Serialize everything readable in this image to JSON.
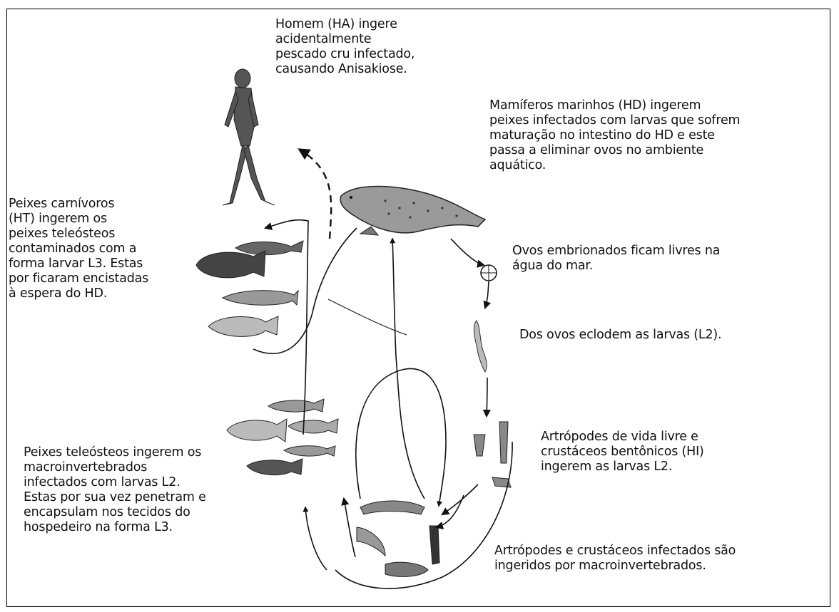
{
  "labels": {
    "human": [
      "Homem (HA) ingere",
      "acidentalmente",
      "pescado cru infectado,",
      "causando Anisakiose."
    ],
    "marine_mammals": [
      "Mamíferos marinhos (HD) ingerem",
      "peixes infectados com larvas que sofrem",
      "maturação no intestino do HD e este",
      "passa a eliminar ovos no ambiente",
      "aquático."
    ],
    "carnivorous_fish": [
      "Peixes carnívoros",
      "(HT) ingerem os",
      "peixes teleósteos",
      "contaminados com a",
      "forma larvar L3. Estas",
      "por ficaram encistadas",
      "à espera do HD."
    ],
    "eggs": [
      "Ovos embrionados ficam livres na",
      "água do mar."
    ],
    "hatching": [
      "Dos ovos eclodem as larvas (L2)."
    ],
    "arthropods": [
      "Artrópodes de vida livre e",
      "crustáceos bentônicos (HI)",
      "ingerem as larvas L2."
    ],
    "teleost_fish": [
      "Peixes teleósteos ingerem os",
      "macroinvertebrados",
      "infectados com larvas L2.",
      "Estas por sua vez penetram e",
      "encapsulam nos tecidos do",
      "hospedeiro na forma L3."
    ],
    "infected_crustaceans": [
      "Artrópodes e crustáceos infectados são",
      "ingeridos por macroinvertebrados."
    ]
  },
  "icons": [
    "human-figure-icon",
    "seal-icon",
    "carnivorous-fish-icon",
    "egg-icon",
    "larva-icon",
    "arthropod-icon",
    "teleost-fish-icon",
    "macroinvertebrate-icon"
  ]
}
